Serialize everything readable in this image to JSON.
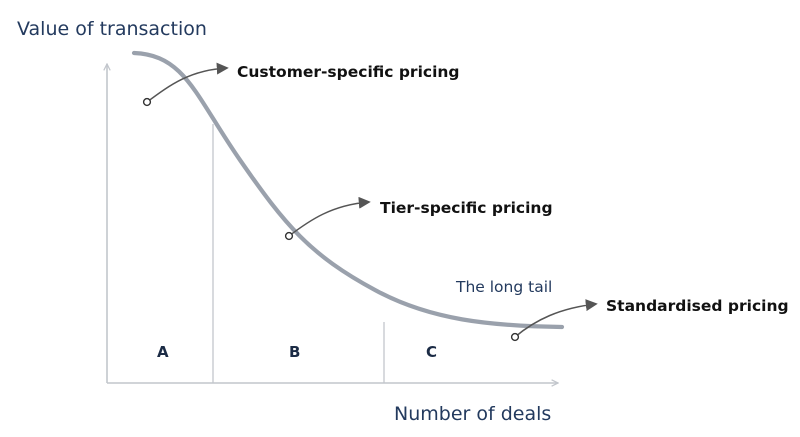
{
  "axes": {
    "y_title": "Value of transaction",
    "x_title": "Number of deals"
  },
  "curve": {
    "annotation": "The long tail"
  },
  "callouts": [
    {
      "label": "Customer-specific pricing"
    },
    {
      "label": "Tier-specific pricing"
    },
    {
      "label": "Standardised pricing"
    }
  ],
  "regions": [
    {
      "label": "A"
    },
    {
      "label": "B"
    },
    {
      "label": "C"
    }
  ],
  "colors": {
    "text": "#233a5e",
    "curve": "#9aa1ac",
    "axis": "#c2c6cc",
    "callout": "#555555"
  }
}
